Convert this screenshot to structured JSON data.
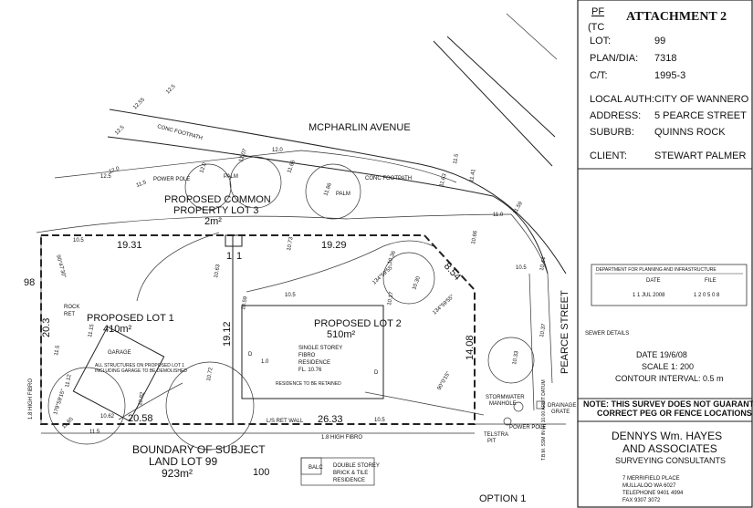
{
  "title_block": {
    "attachment": "ATTACHMENT 2",
    "top_codes": [
      "PF",
      "(TC"
    ],
    "rows": [
      {
        "label": "LOT:",
        "value": "99"
      },
      {
        "label": "PLAN/DIA:",
        "value": "7318"
      },
      {
        "label": "C/T:",
        "value": "1995-3"
      },
      {
        "label": "LOCAL AUTH:",
        "value": "CITY OF WANNERO"
      },
      {
        "label": "ADDRESS:",
        "value": "5 PEARCE STREET"
      },
      {
        "label": "SUBURB:",
        "value": "QUINNS ROCK"
      },
      {
        "label": "CLIENT:",
        "value": "STEWART PALMER"
      }
    ],
    "stamp": {
      "department": "DEPARTMENT FOR PLANNING AND INFRASTRUCTURE",
      "date_label": "DATE",
      "date_value": "1 1 JUL 2008",
      "file_label": "FILE",
      "file_value": "1 2 0 5 0 8"
    },
    "sewer_details": "SEWER DETAILS",
    "date_line": "DATE 19/6/08",
    "scale_line": "SCALE 1:  200",
    "contour_line": "CONTOUR INTERVAL:  0.5 m",
    "note_line1": "NOTE: THIS SURVEY DOES NOT GUARANTEE",
    "note_line2": "CORRECT PEG OR FENCE LOCATIONS",
    "firm_line1": "DENNYS Wm. HAYES",
    "firm_line2": "AND ASSOCIATES",
    "firm_line3": "SURVEYING CONSULTANTS",
    "firm_address": [
      "7 MERRIFIELD PLACE",
      "MULLALOO  WA  6027",
      "TELEPHONE 9401 4994",
      "FAX        9307 3072"
    ]
  },
  "plan": {
    "street_top": "MCPHARLIN AVENUE",
    "street_right": "PEARCE STREET",
    "footpath_left": "CONC FOOTPATH",
    "footpath_right": "CONC FOOTPATH",
    "power_pole_top": "POWER POLE",
    "power_pole_bottom": "POWER POLE",
    "palm_1": "PALM",
    "palm_2": "PALM",
    "common_property_1": "PROPOSED COMMON",
    "common_property_2": "PROPERTY LOT 3",
    "common_property_area": "2m²",
    "lot1_name": "PROPOSED LOT 1",
    "lot1_area": "410m²",
    "lot2_name": "PROPOSED LOT 2",
    "lot2_area": "510m²",
    "garage": "GARAGE",
    "demolish_note_1": "ALL STRUCTURES ON PROPOSED LOT 1",
    "demolish_note_2": "INCLUDING GARAGE TO BE DEMOLISHED",
    "residence_1": "SINGLE STOREY",
    "residence_2": "FIBRO",
    "residence_3": "RESIDENCE",
    "residence_fl": "FL. 10.76",
    "residence_retained": "RESIDENCE TO BE RETAINED",
    "rock_ret_1": "ROCK",
    "rock_ret_2": "RET",
    "high_fibro_left": "1.8 HIGH FIBRO",
    "high_fibro_bottom": "1.8 HIGH FIBRO",
    "ls_ret_wall": "L/S RET WALL",
    "stormwater_1": "STORMWATER",
    "stormwater_2": "MANHOLE",
    "drainage_1": "DRAINAGE",
    "drainage_2": "GRATE",
    "telstra_1": "TELSTRA",
    "telstra_2": "PIT",
    "tbm": "T.B.M. SSM IN 6P\n10.00 ARBIT DATUM",
    "boundary_1": "BOUNDARY OF SUBJECT",
    "boundary_2": "LAND LOT 99",
    "boundary_area": "923m²",
    "balc": "BALC",
    "double_storey_1": "DOUBLE STOREY",
    "double_storey_2": "BRICK & TILE",
    "double_storey_3": "RESIDENCE",
    "option": "OPTION 1",
    "lot_98": "98",
    "lot_100": "100",
    "dim_top_left": "19.31",
    "dim_top_right": "19.29",
    "dim_mid_v": "19.12",
    "dim_right_v": "14.08",
    "dim_chamfer": "8.54",
    "dim_bottom_left": "20.58",
    "dim_bottom_right": "26.33",
    "dim_left_v": "20.3",
    "dim_d1": "1.0",
    "dim_11": "1",
    "dim_11b": "1",
    "bearing_1": "90°47'30\"",
    "bearing_2": "134°59'55\"",
    "bearing_3": "134°59'55\"",
    "bearing_4": "90°0'15\"",
    "bearing_5": "179°59'15\"",
    "d_mark": "D",
    "spot_levels": [
      "12.5",
      "12.55",
      "12.5",
      "12.5",
      "12.0",
      "12.07",
      "12.0",
      "11.5",
      "11.41",
      "11.63",
      "11.86",
      "11.66",
      "11.0",
      "11.59",
      "10.73",
      "10.66",
      "10.5",
      "10.44",
      "10.36",
      "10.30",
      "10.17",
      "10.59",
      "10.5",
      "10.63",
      "10.72",
      "10.82",
      "11.15",
      "11.5",
      "11.12",
      "11.5",
      "10.5",
      "10.33",
      "10.37",
      "11.65",
      "12.0",
      "11.5",
      "10.5",
      "10.62"
    ]
  }
}
